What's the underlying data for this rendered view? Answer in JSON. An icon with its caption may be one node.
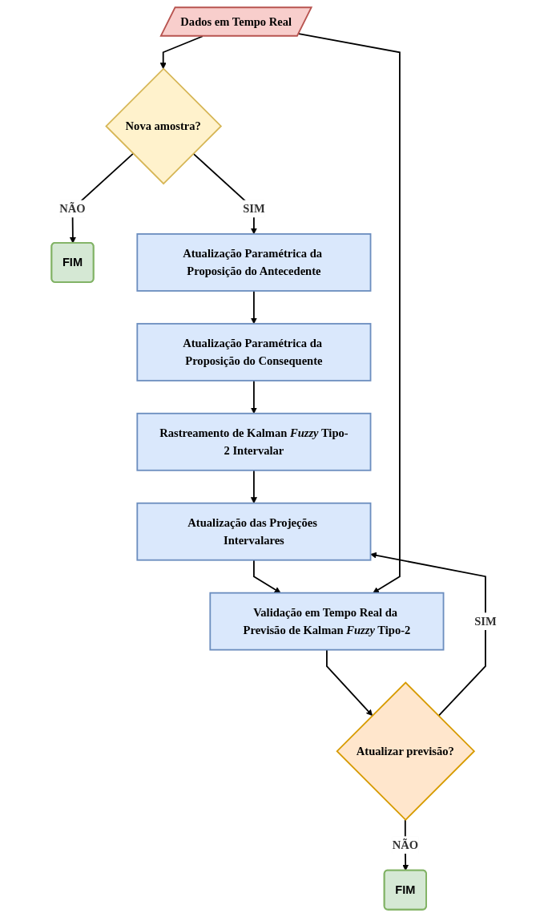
{
  "diagram": {
    "nodes": [
      {
        "text": [
          "Dados em Tempo Real"
        ]
      },
      {
        "text": [
          "Nova amostra?"
        ]
      },
      {
        "text": [
          "FIM"
        ]
      },
      {
        "text": [
          "Atualização Paramétrica da Proposição do Antecedente"
        ]
      },
      {
        "text": [
          "Atualização Paramétrica da Proposição do Consequente"
        ]
      },
      {
        "text": [
          "Rastreamento de Kalman *Fuzzy* Tipo-2 Intervalar"
        ]
      },
      {
        "text": [
          "Atualização das Projeções Intervalares"
        ]
      },
      {
        "text": [
          "Validação em Tempo Real da Previsão de Kalman *Fuzzy* Tipo-2"
        ]
      },
      {
        "text": [
          "Atualizar previsão?"
        ]
      },
      {
        "text": [
          "FIM"
        ]
      }
    ],
    "edges": [
      {
        "from": 0,
        "to": 1,
        "arrow": "to"
      },
      {
        "from": 1,
        "to": 2,
        "arrow": "to",
        "label": "NÃO"
      },
      {
        "from": 1,
        "to": 3,
        "arrow": "to",
        "label": "SIM"
      },
      {
        "from": 3,
        "to": 4,
        "arrow": "to"
      },
      {
        "from": 4,
        "to": 5,
        "arrow": "to"
      },
      {
        "from": 5,
        "to": 6,
        "arrow": "to"
      },
      {
        "from": 6,
        "to": 7,
        "arrow": "to"
      },
      {
        "from": 0,
        "to": 7,
        "arrow": "to"
      },
      {
        "from": 7,
        "to": 8,
        "arrow": "to"
      },
      {
        "from": 8,
        "to": 9,
        "arrow": "to",
        "label": "NÃO"
      },
      {
        "from": 8,
        "to": 6,
        "arrow": "to",
        "label": "SIM"
      }
    ]
  }
}
